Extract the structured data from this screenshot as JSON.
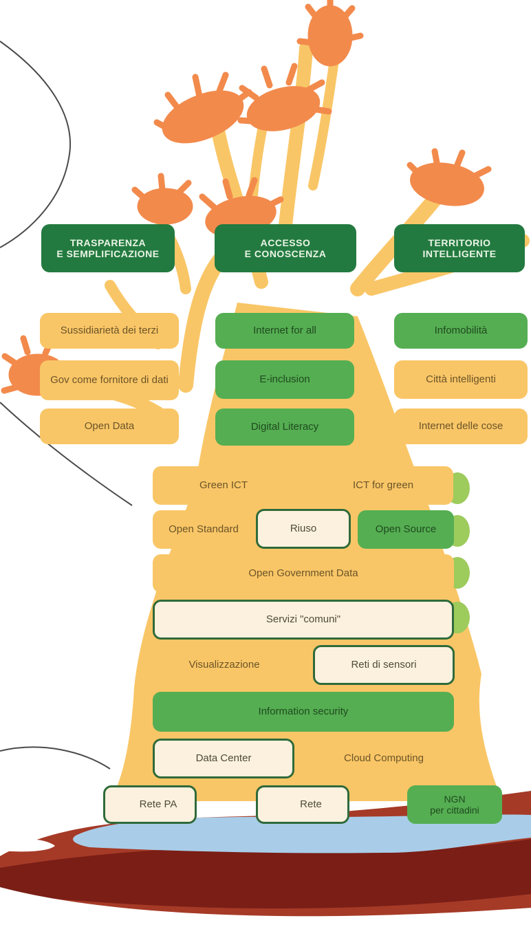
{
  "categories": {
    "trasparenza": {
      "line1": "TRASPARENZA",
      "line2": "E SEMPLIFICAZIONE"
    },
    "accesso": {
      "line1": "ACCESSO",
      "line2": "E CONOSCENZA"
    },
    "territorio": {
      "line1": "TERRITORIO",
      "line2": "INTELLIGENTE"
    }
  },
  "branch_items": {
    "left": [
      "Sussidiarietà dei terzi",
      "Gov come fornitore di dati",
      "Open Data"
    ],
    "middle": [
      "Internet for all",
      "E-inclusion",
      "Digital Literacy"
    ],
    "right": [
      "Infomobilità",
      "Città intelligenti",
      "Internet delle cose"
    ]
  },
  "trunk": {
    "green_ict": "Green ICT",
    "ict_for_green": "ICT for green",
    "open_standard": "Open Standard",
    "riuso": "Riuso",
    "open_source": "Open Source",
    "open_government_data": "Open Government Data",
    "servizi_comuni": "Servizi \"comuni\"",
    "visualizzazione": "Visualizzazione",
    "reti_di_sensori": "Reti di sensori",
    "information_security": "Information security",
    "data_center": "Data Center",
    "cloud_computing": "Cloud Computing"
  },
  "roots": {
    "rete_pa": "Rete PA",
    "rete": "Rete",
    "ngn_line1": "NGN",
    "ngn_line2": "per cittadini"
  },
  "colors": {
    "trunk": "#f9c667",
    "foliage": "#f28a4c",
    "dark_green": "#237a40",
    "green": "#55ae52",
    "cream": "#fbf1de",
    "water": "#a9cde8",
    "soil_dark": "#7a1e16",
    "soil_mid": "#a53a27",
    "leaf": "#9dcb5c",
    "outline": "#4a4a4a"
  }
}
